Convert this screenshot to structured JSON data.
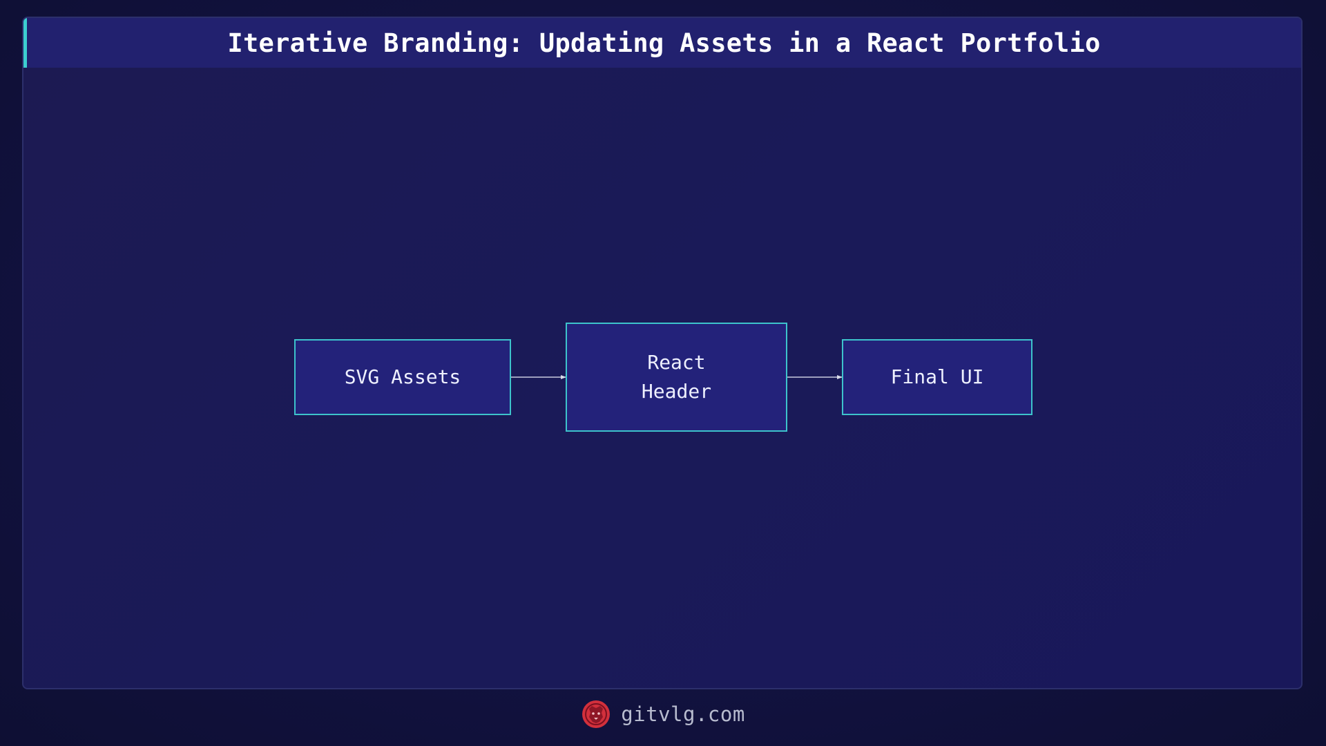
{
  "diagram": {
    "title": "Iterative Branding: Updating Assets in a React Portfolio",
    "nodes": [
      {
        "id": "svg-assets",
        "label": "SVG Assets"
      },
      {
        "id": "react-header",
        "label": "React\nHeader"
      },
      {
        "id": "final-ui",
        "label": "Final UI"
      }
    ],
    "edges": [
      {
        "from": "svg-assets",
        "to": "react-header"
      },
      {
        "from": "react-header",
        "to": "final-ui"
      }
    ]
  },
  "footer": {
    "logo_icon": "lion-head-icon",
    "site": "gitvlg.com"
  },
  "colors": {
    "accent": "#3ccfd0",
    "node_fill": "#23227a",
    "title_bar": "#22216f",
    "logo": "#d2303c"
  }
}
